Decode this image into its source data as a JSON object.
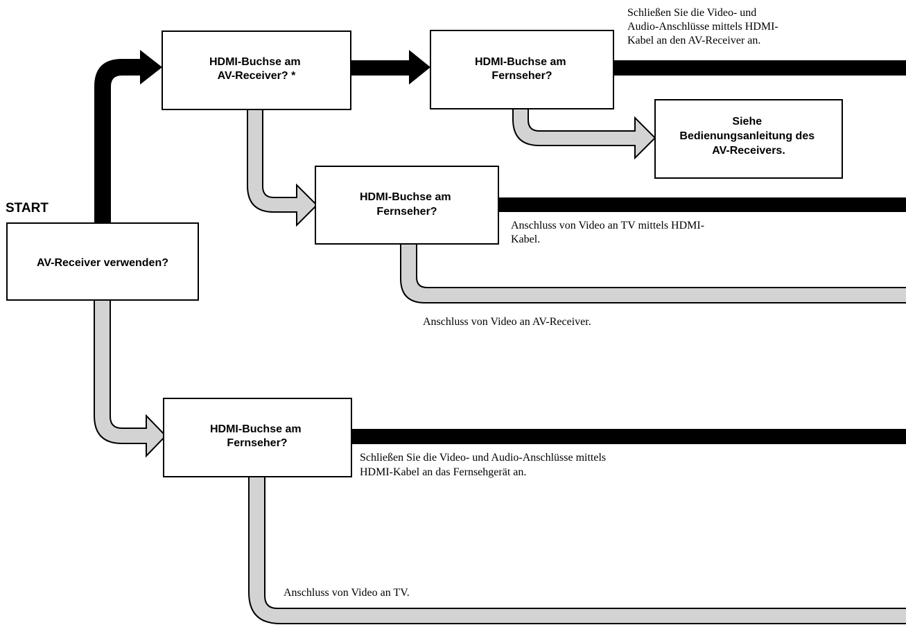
{
  "colors": {
    "yes_path": "#000000",
    "no_path_fill": "#d3d3d3",
    "no_path_stroke": "#000000",
    "box_fill": "#ffffff"
  },
  "start": {
    "label": "START"
  },
  "nodes": {
    "av_receiver_use": {
      "lines": [
        "AV-Receiver verwenden?"
      ]
    },
    "hdmi_av_receiver": {
      "lines": [
        "HDMI-Buchse am",
        "AV-Receiver? *"
      ]
    },
    "hdmi_tv_via_receiver": {
      "lines": [
        "HDMI-Buchse am",
        "Fernseher?"
      ]
    },
    "see_manual": {
      "lines": [
        "Siehe",
        "Bedienungsanleitung des",
        "AV-Receivers."
      ]
    },
    "hdmi_tv_middle": {
      "lines": [
        "HDMI-Buchse am",
        "Fernseher?"
      ]
    },
    "hdmi_tv_no_receiver": {
      "lines": [
        "HDMI-Buchse am",
        "Fernseher?"
      ]
    }
  },
  "notes": {
    "connect_hdmi_receiver": [
      "Schließen Sie die Video- und",
      "Audio-Anschlüsse mittels HDMI-",
      "Kabel an den AV-Receiver an."
    ],
    "video_tv_hdmi": [
      "Anschluss von Video an TV mittels HDMI-",
      "Kabel."
    ],
    "video_av_receiver": [
      "Anschluss von Video an AV-Receiver."
    ],
    "connect_hdmi_tv": [
      "Schließen Sie die Video- und Audio-Anschlüsse mittels",
      "HDMI-Kabel an das Fernsehgerät an."
    ],
    "video_tv": [
      "Anschluss von Video an TV."
    ]
  }
}
